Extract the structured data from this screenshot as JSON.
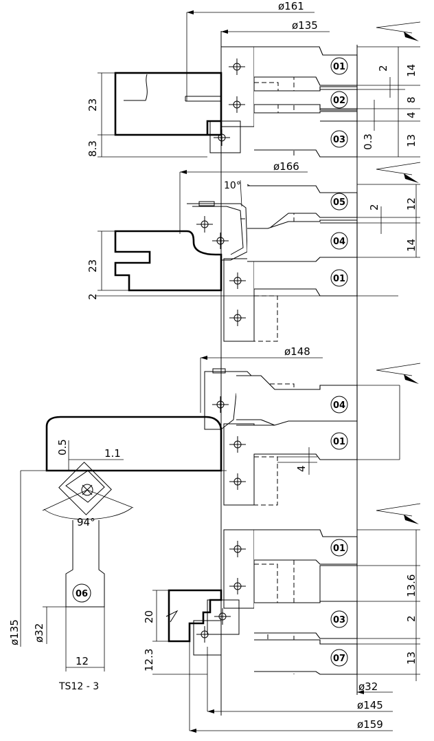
{
  "title_block": "TS12 - 3",
  "diameters": {
    "top_outer": "ø161",
    "top_inner": "ø135",
    "mid1": "ø166",
    "mid2": "ø148",
    "bottom_bore": "ø32",
    "bottom_inner": "ø145",
    "bottom_outer": "ø159",
    "side_bore": "ø32",
    "side_outer": "ø135"
  },
  "dimensions": {
    "d14a": "14",
    "d2a": "2",
    "d8": "8",
    "d4a": "4",
    "d03": "0.3",
    "d13a": "13",
    "d23a": "23",
    "d83": "8.3",
    "d12": "12",
    "d2b": "2",
    "d14b": "14",
    "d23b": "23",
    "d2c": "2",
    "angle10": "10°",
    "d05": "0.5",
    "d11": "1.1",
    "d4b": "4",
    "angle94": "94°",
    "d136": "13.6",
    "d2d": "2",
    "d13b": "13",
    "d20": "20",
    "d123": "12.3",
    "d12w": "12"
  },
  "labels": {
    "s1": [
      "01",
      "02",
      "03"
    ],
    "s2": [
      "05",
      "04",
      "01"
    ],
    "s3": [
      "04",
      "01"
    ],
    "s4": [
      "01",
      "03",
      "07"
    ],
    "tool": "06"
  }
}
